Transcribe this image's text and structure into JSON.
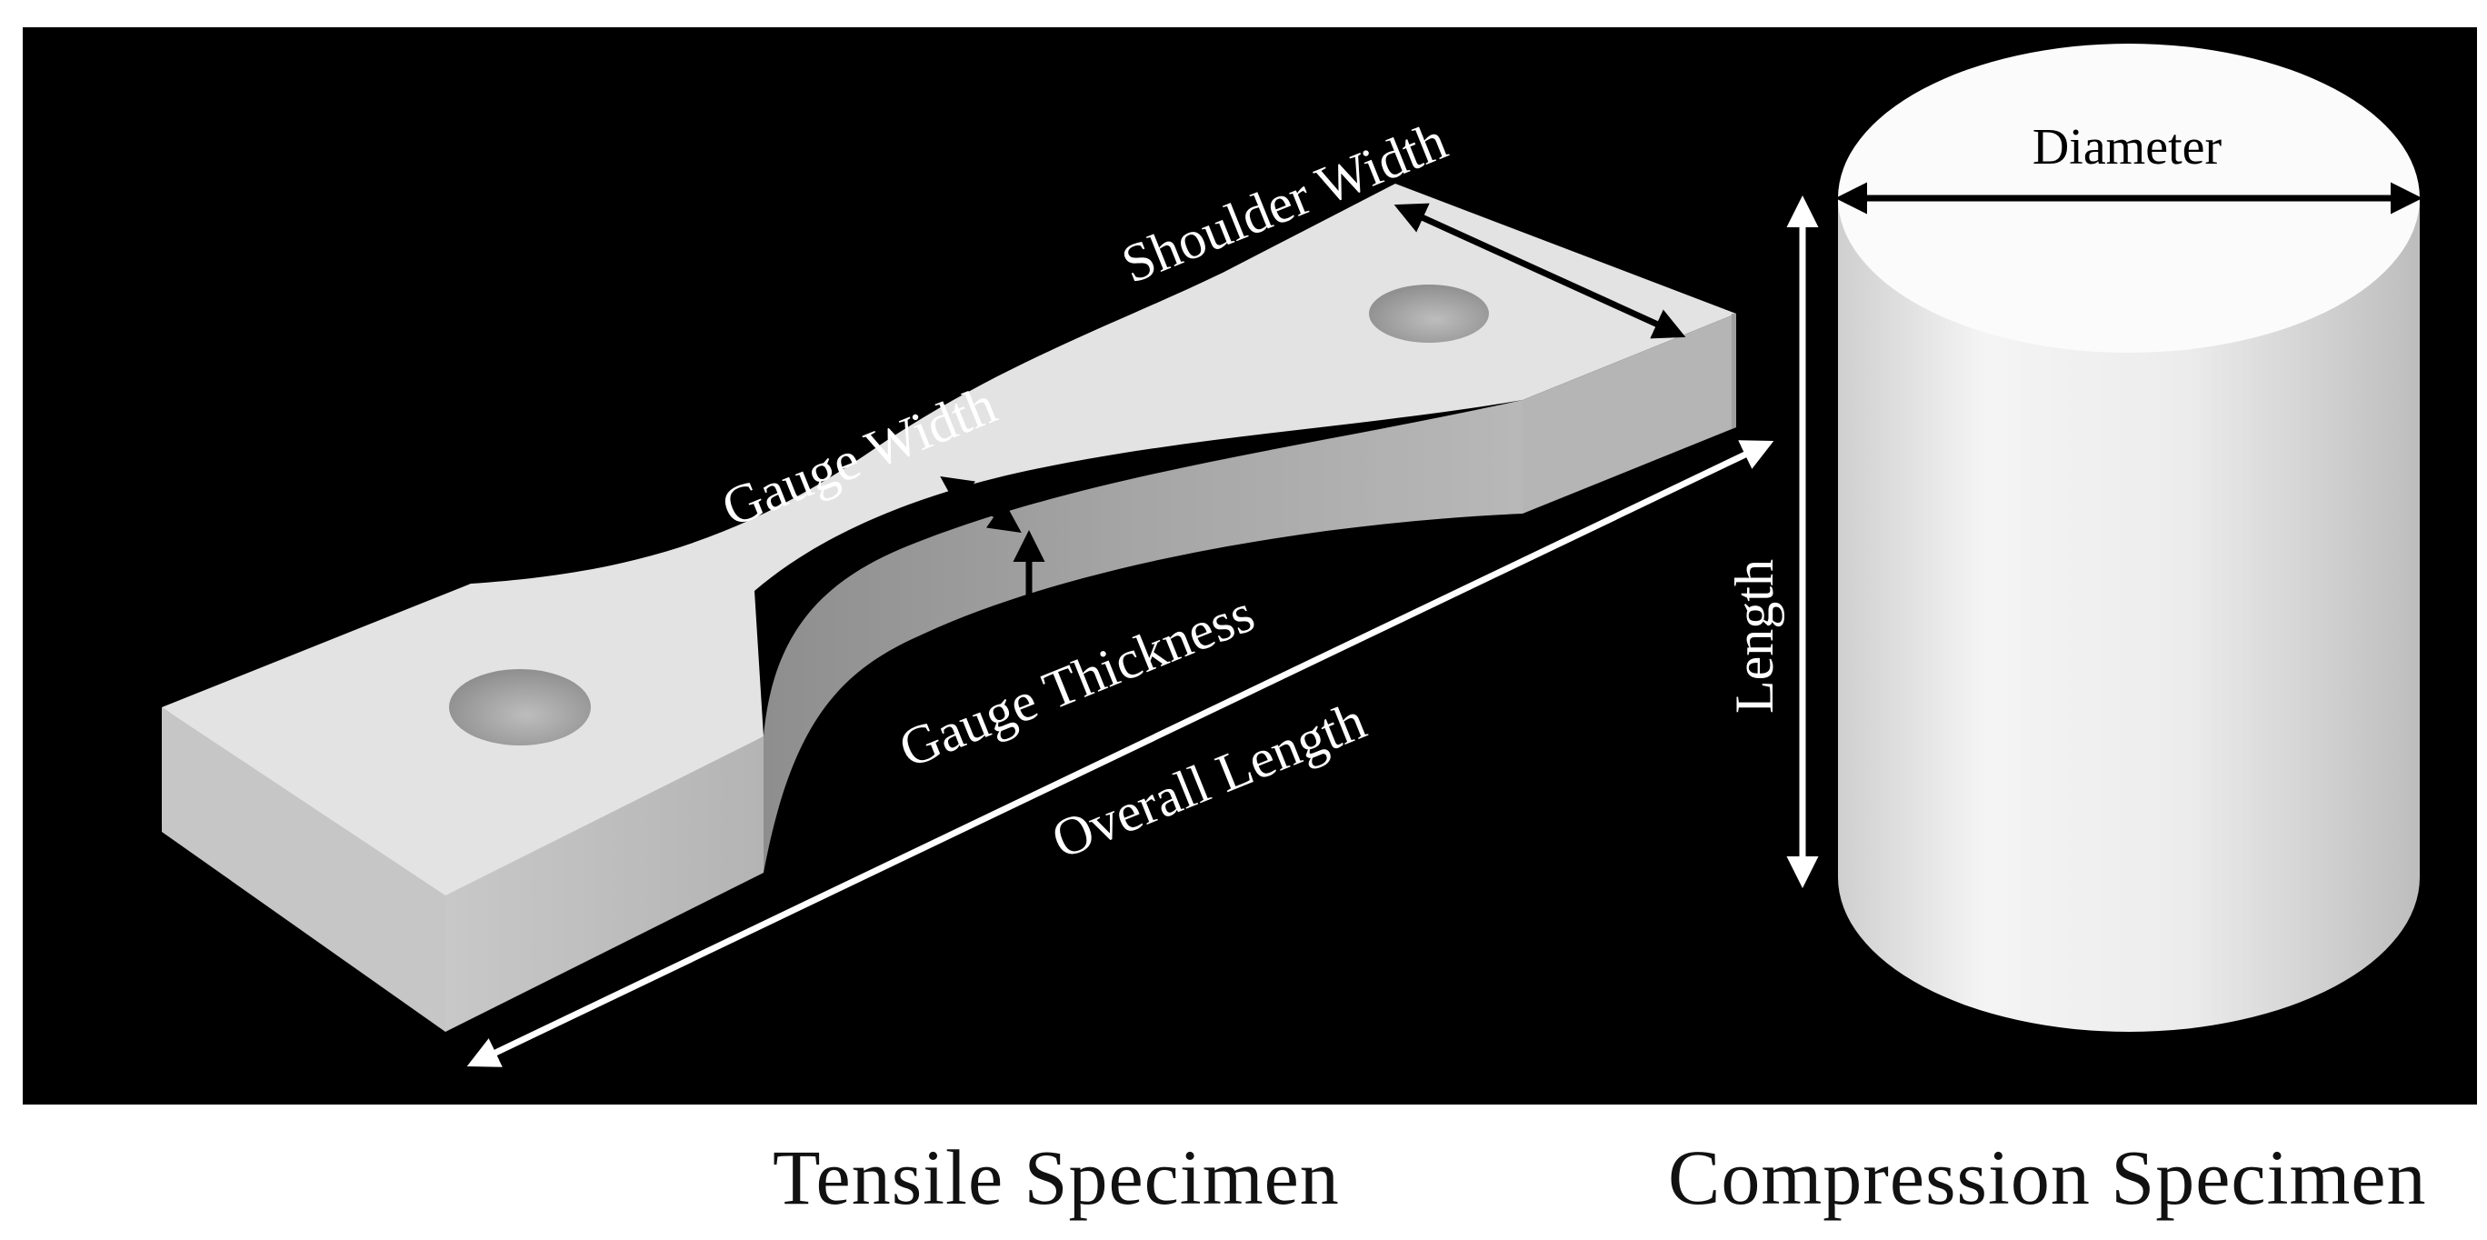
{
  "tensile": {
    "labels": {
      "shoulder_width": "Shoulder Width",
      "gauge_width": "Gauge Width",
      "gauge_thickness": "Gauge Thickness",
      "overall_length": "Overall Length"
    },
    "caption": "Tensile Specimen"
  },
  "compression": {
    "labels": {
      "diameter": "Diameter",
      "length": "Length"
    },
    "caption": "Compression Specimen"
  },
  "colors": {
    "background_panel": "#000000",
    "specimen_face": "#e2e2e2",
    "specimen_side": "#a8a8a8",
    "annotation_white": "#ffffff",
    "annotation_black": "#000000"
  }
}
